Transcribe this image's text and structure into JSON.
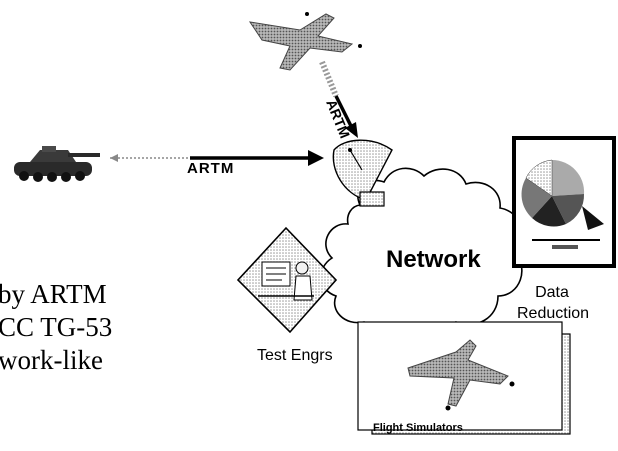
{
  "labels": {
    "artm_horizontal": "ARTM",
    "artm_vertical": "ARTM",
    "network": "Network",
    "data_reduction": "Data\nReduction",
    "test_engineers": "Test Engrs",
    "flight_simulators": "Flight Simulators"
  },
  "body_text": {
    "line1": "by ARTM",
    "line2": "CC TG-53",
    "line3": "work-like"
  }
}
